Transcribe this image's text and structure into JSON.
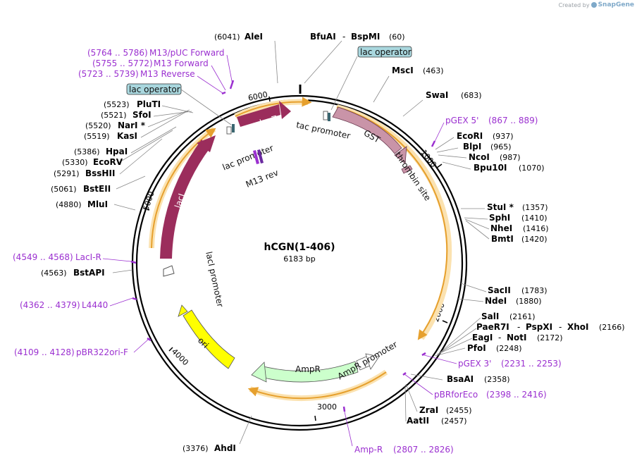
{
  "watermark": {
    "prefix": "Created by",
    "brand": "SnapGene"
  },
  "plasmid": {
    "name": "hCGN(1-406)",
    "length": "6183 bp"
  },
  "ticks": [
    "1000",
    "2000",
    "3000",
    "4000",
    "5000",
    "6000"
  ],
  "right_sites": [
    {
      "name": "MscI",
      "pos": "(463)"
    },
    {
      "name": "SwaI",
      "pos": "(683)"
    },
    {
      "name": "EcoRI",
      "pos": "(937)"
    },
    {
      "name": "BlpI",
      "pos": "(965)"
    },
    {
      "name": "NcoI",
      "pos": "(987)"
    },
    {
      "name": "Bpu10I",
      "pos": "(1070)"
    },
    {
      "name": "StuI *",
      "pos": "(1357)"
    },
    {
      "name": "SphI",
      "pos": "(1410)"
    },
    {
      "name": "NheI",
      "pos": "(1416)"
    },
    {
      "name": "BmtI",
      "pos": "(1420)"
    },
    {
      "name": "SacII",
      "pos": "(1783)"
    },
    {
      "name": "NdeI",
      "pos": "(1880)"
    },
    {
      "name": "SalI",
      "pos": "(2161)"
    },
    {
      "name": "PaeR7I",
      "pos": ""
    },
    {
      "name": "PspXI",
      "pos": ""
    },
    {
      "name": "XhoI",
      "pos": "(2166)"
    },
    {
      "name": "EagI",
      "pos": ""
    },
    {
      "name": "NotI",
      "pos": "(2172)"
    },
    {
      "name": "PfoI",
      "pos": "(2248)"
    },
    {
      "name": "BsaAI",
      "pos": "(2358)"
    },
    {
      "name": "ZraI",
      "pos": "(2455)"
    },
    {
      "name": "AatII",
      "pos": "(2457)"
    }
  ],
  "top_sites": [
    {
      "name": "AleI",
      "pos": "(6041)"
    },
    {
      "name": "BfuAI",
      "pos": ""
    },
    {
      "name": "BspMI",
      "pos": "(60)"
    }
  ],
  "left_sites": [
    {
      "name": "PluTI",
      "pos": "(5523)"
    },
    {
      "name": "SfoI",
      "pos": "(5521)"
    },
    {
      "name": "NarI *",
      "pos": "(5520)"
    },
    {
      "name": "KasI",
      "pos": "(5519)"
    },
    {
      "name": "HpaI",
      "pos": "(5386)"
    },
    {
      "name": "EcoRV",
      "pos": "(5330)"
    },
    {
      "name": "BssHII",
      "pos": "(5291)"
    },
    {
      "name": "BstEII",
      "pos": "(5061)"
    },
    {
      "name": "MluI",
      "pos": "(4880)"
    },
    {
      "name": "BstAPI",
      "pos": "(4563)"
    },
    {
      "name": "AhdI",
      "pos": "(3376)"
    }
  ],
  "primers": [
    {
      "name": "M13/pUC Forward",
      "range": "(5764 .. 5786)"
    },
    {
      "name": "M13 Forward",
      "range": "(5755 .. 5772)"
    },
    {
      "name": "M13 Reverse",
      "range": "(5723 .. 5739)"
    },
    {
      "name": "pGEX 5'",
      "range": "(867 .. 889)"
    },
    {
      "name": "LacI-R",
      "range": "(4549 .. 4568)"
    },
    {
      "name": "L4440",
      "range": "(4362 .. 4379)"
    },
    {
      "name": "pBR322ori-F",
      "range": "(4109 .. 4128)"
    },
    {
      "name": "pGEX 3'",
      "range": "(2231 .. 2253)"
    },
    {
      "name": "pBRforEco",
      "range": "(2398 .. 2416)"
    },
    {
      "name": "Amp-R",
      "range": "(2807 .. 2826)"
    }
  ],
  "features": {
    "lac_operator_1": "lac operator",
    "lac_operator_2": "lac operator",
    "tac_promoter": "tac promoter",
    "gst": "GST",
    "thrombin_site": "thrombin site",
    "lacZa": "lacZα",
    "lac_promoter": "lac promoter",
    "m13_rev": "M13 rev",
    "lacI": "lacI",
    "lacI_promoter": "lacI promoter",
    "ori": "ori",
    "ampR": "AmpR",
    "ampR_promoter": "AmpR promoter"
  },
  "colors": {
    "backbone": "#000000",
    "orf_arrow": "#e6a02e",
    "orf_glow": "#fbe2b0",
    "lacZa": "#9b2d5c",
    "lacI": "#9b2d5c",
    "gst": "#c994a8",
    "ori": "#ffff00",
    "ampR": "#ccffcc",
    "primer": "#9b30d0",
    "operator_fill": "#a9d7de",
    "promoter_fill": "#ffffff"
  }
}
